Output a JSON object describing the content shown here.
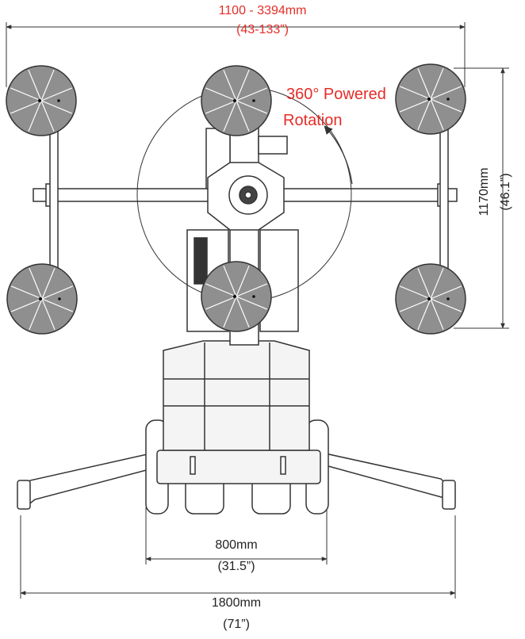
{
  "title": "",
  "colors": {
    "accent": "#e52d27",
    "line": "#333333",
    "cup": "#8f8f8f",
    "body": "#f4f4f4"
  },
  "dimensions": {
    "top_width": {
      "metric": "1100 - 3394mm",
      "imperial": "(43-133”)"
    },
    "side_height": {
      "metric": "1170mm",
      "imperial": "(46.1”)"
    },
    "track_width": {
      "metric": "800mm",
      "imperial": "(31.5”)"
    },
    "outrigger_width": {
      "metric": "1800mm",
      "imperial": "(71”)"
    }
  },
  "rotation": {
    "line1": "360° Powered",
    "line2": "Rotation"
  }
}
